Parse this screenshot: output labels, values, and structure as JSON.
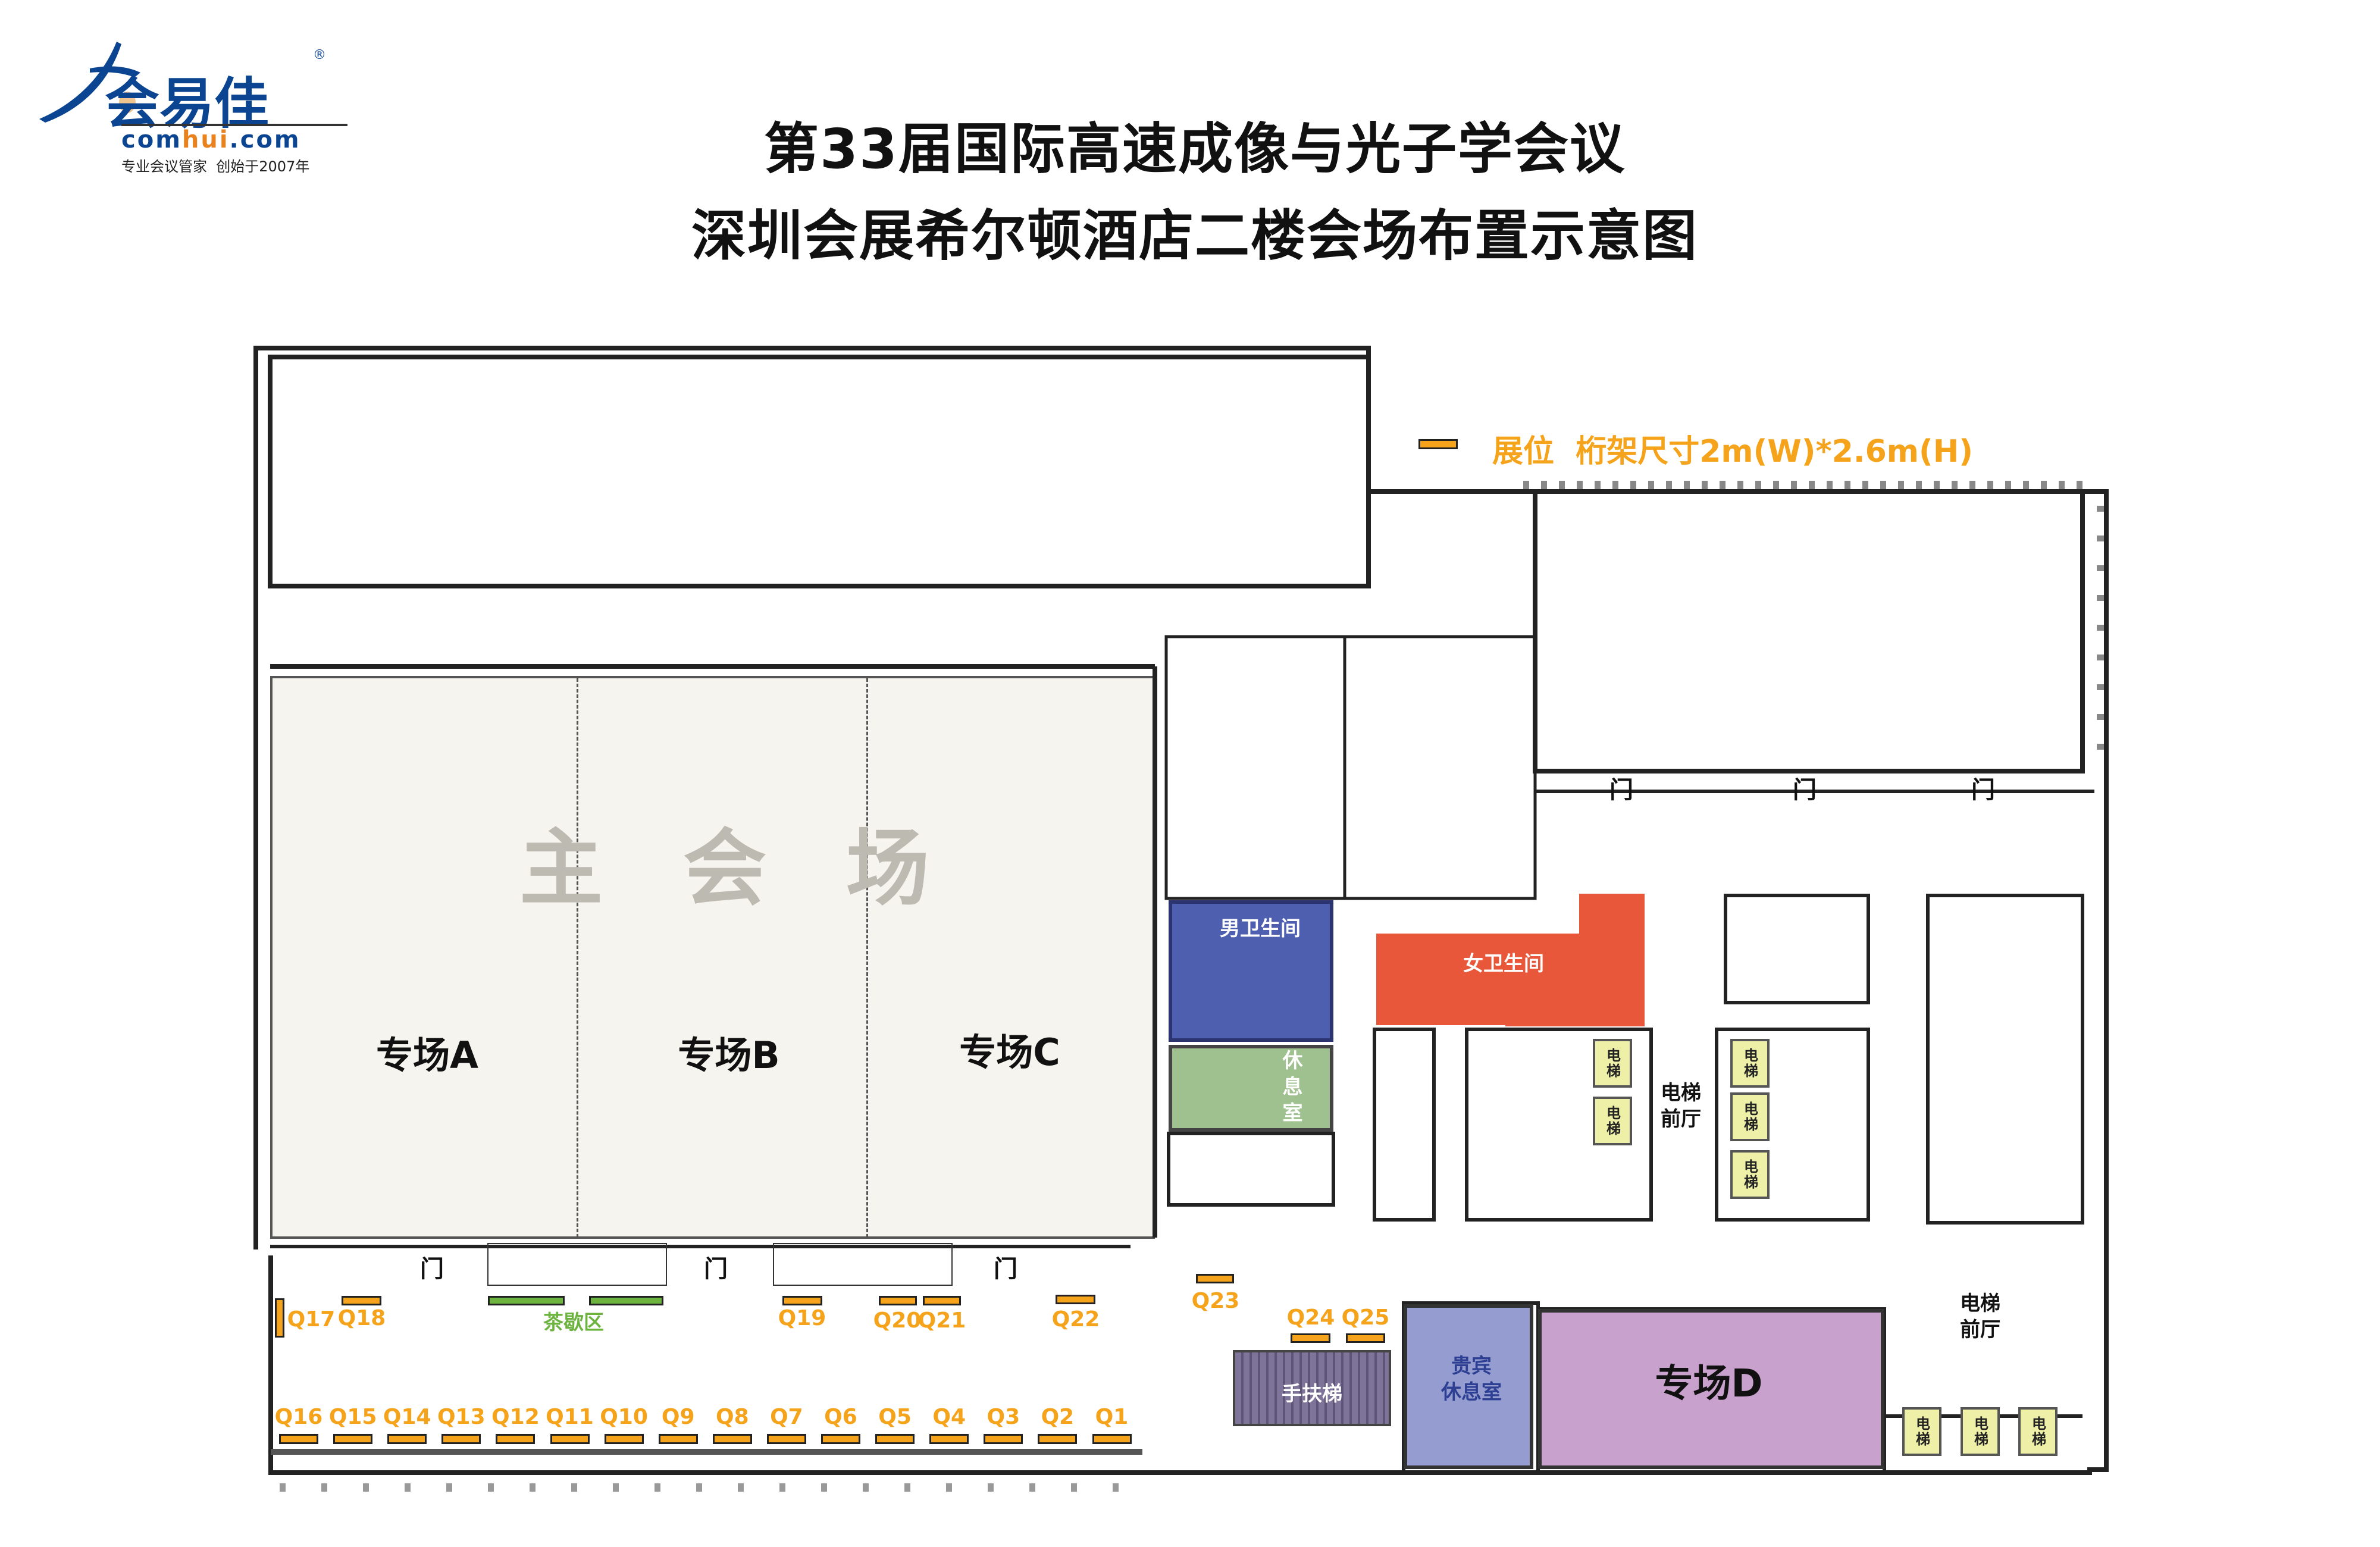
{
  "logo": {
    "brand_cn": "会易佳",
    "domain_prefix": "com",
    "domain_mid": "hui",
    "domain_suffix": ".com",
    "slogan": "专业会议管家  创始于2007年",
    "registered": "®"
  },
  "title": {
    "line1": "第33届国际高速成像与光子学会议",
    "line2": "深圳会展希尔顿酒店二楼会场布置示意图"
  },
  "legend": {
    "label": "展位  桁架尺寸2m(W)*2.6m(H)"
  },
  "main_hall": {
    "label_chars": [
      "主",
      "会",
      "场"
    ],
    "sections": [
      "专场A",
      "专场B",
      "专场C"
    ]
  },
  "rooms": {
    "mens_toilet": "男卫生间",
    "womens_toilet": "女卫生间",
    "rest_room": "休息室",
    "vip_room_line1": "贵宾",
    "vip_room_line2": "休息室",
    "hall_d": "专场D",
    "escalator": "手扶梯",
    "lobby1_line1": "电梯",
    "lobby1_line2": "前厅",
    "lobby2_line1": "电梯",
    "lobby2_line2": "前厅",
    "tea_break": "茶歇区",
    "elevator": "电梯",
    "door": "门"
  },
  "booths_top": [
    "Q17",
    "Q18",
    "Q19",
    "Q20",
    "Q21",
    "Q22",
    "Q23",
    "Q24",
    "Q25"
  ],
  "booths_bottom": [
    "Q16",
    "Q15",
    "Q14",
    "Q13",
    "Q12",
    "Q11",
    "Q10",
    "Q9",
    "Q8",
    "Q7",
    "Q6",
    "Q5",
    "Q4",
    "Q3",
    "Q2",
    "Q1"
  ],
  "colors": {
    "booth": "#f5a31a",
    "tea": "#6cb33f",
    "mens": "#4f5fb0",
    "womens": "#e9573a",
    "rest": "#9fc08f",
    "vip": "#959cd0",
    "hall_d": "#c8a2cc",
    "escalator": "#7e7399",
    "elevator": "#eef0a8",
    "brand_blue": "#0b4591",
    "brand_orange": "#e8821e"
  }
}
